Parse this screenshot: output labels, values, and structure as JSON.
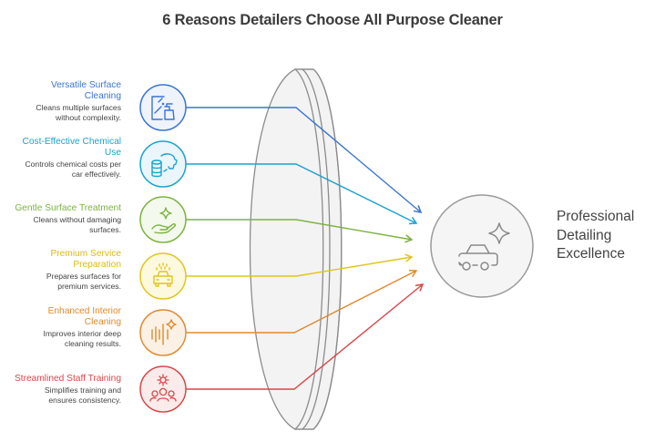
{
  "title": "6 Reasons Detailers Choose All Purpose Cleaner",
  "reasons": [
    {
      "title": "Versatile Surface Cleaning",
      "title_line1": "Versatile Surface",
      "title_line2": "Cleaning",
      "desc_line1": "Cleans multiple surfaces",
      "desc_line2": "without complexity.",
      "icon": "spray-bottle-window-icon",
      "color": "#3b74d1"
    },
    {
      "title": "Cost-Effective Chemical Use",
      "title_line1": "Cost-Effective Chemical",
      "title_line2": "Use",
      "desc_line1": "Controls chemical costs per",
      "desc_line2": "car effectively.",
      "icon": "piggy-bank-coins-icon",
      "color": "#1aa3cf"
    },
    {
      "title": "Gentle Surface Treatment",
      "title_line1": "Gentle Surface Treatment",
      "title_line2": "",
      "desc_line1": "Cleans without damaging",
      "desc_line2": "surfaces.",
      "icon": "hand-sparkle-icon",
      "color": "#7cb342"
    },
    {
      "title": "Premium Service Preparation",
      "title_line1": "Premium Service",
      "title_line2": "Preparation",
      "desc_line1": "Prepares surfaces for",
      "desc_line2": "premium services.",
      "icon": "car-wash-icon",
      "color": "#e2c51c"
    },
    {
      "title": "Enhanced Interior Cleaning",
      "title_line1": "Enhanced Interior",
      "title_line2": "Cleaning",
      "desc_line1": "Improves interior deep",
      "desc_line2": "cleaning results.",
      "icon": "sound-wave-sparkle-icon",
      "color": "#e08a2e"
    },
    {
      "title": "Streamlined Staff Training",
      "title_line1": "Streamlined Staff Training",
      "title_line2": "",
      "desc_line1": "Simplifies training and",
      "desc_line2": "ensures consistency.",
      "icon": "team-gear-icon",
      "color": "#d9474a"
    }
  ],
  "outcome": {
    "line1": "Professional",
    "line2": "Detailing",
    "line3": "Excellence",
    "icon": "car-sparkle-icon"
  },
  "colors": {
    "lens_fill": "#f3f3f3",
    "lens_stroke": "#8c8c8c",
    "outcome_circle_fill": "#f5f5f5",
    "outcome_circle_stroke": "#9a9a9a"
  }
}
